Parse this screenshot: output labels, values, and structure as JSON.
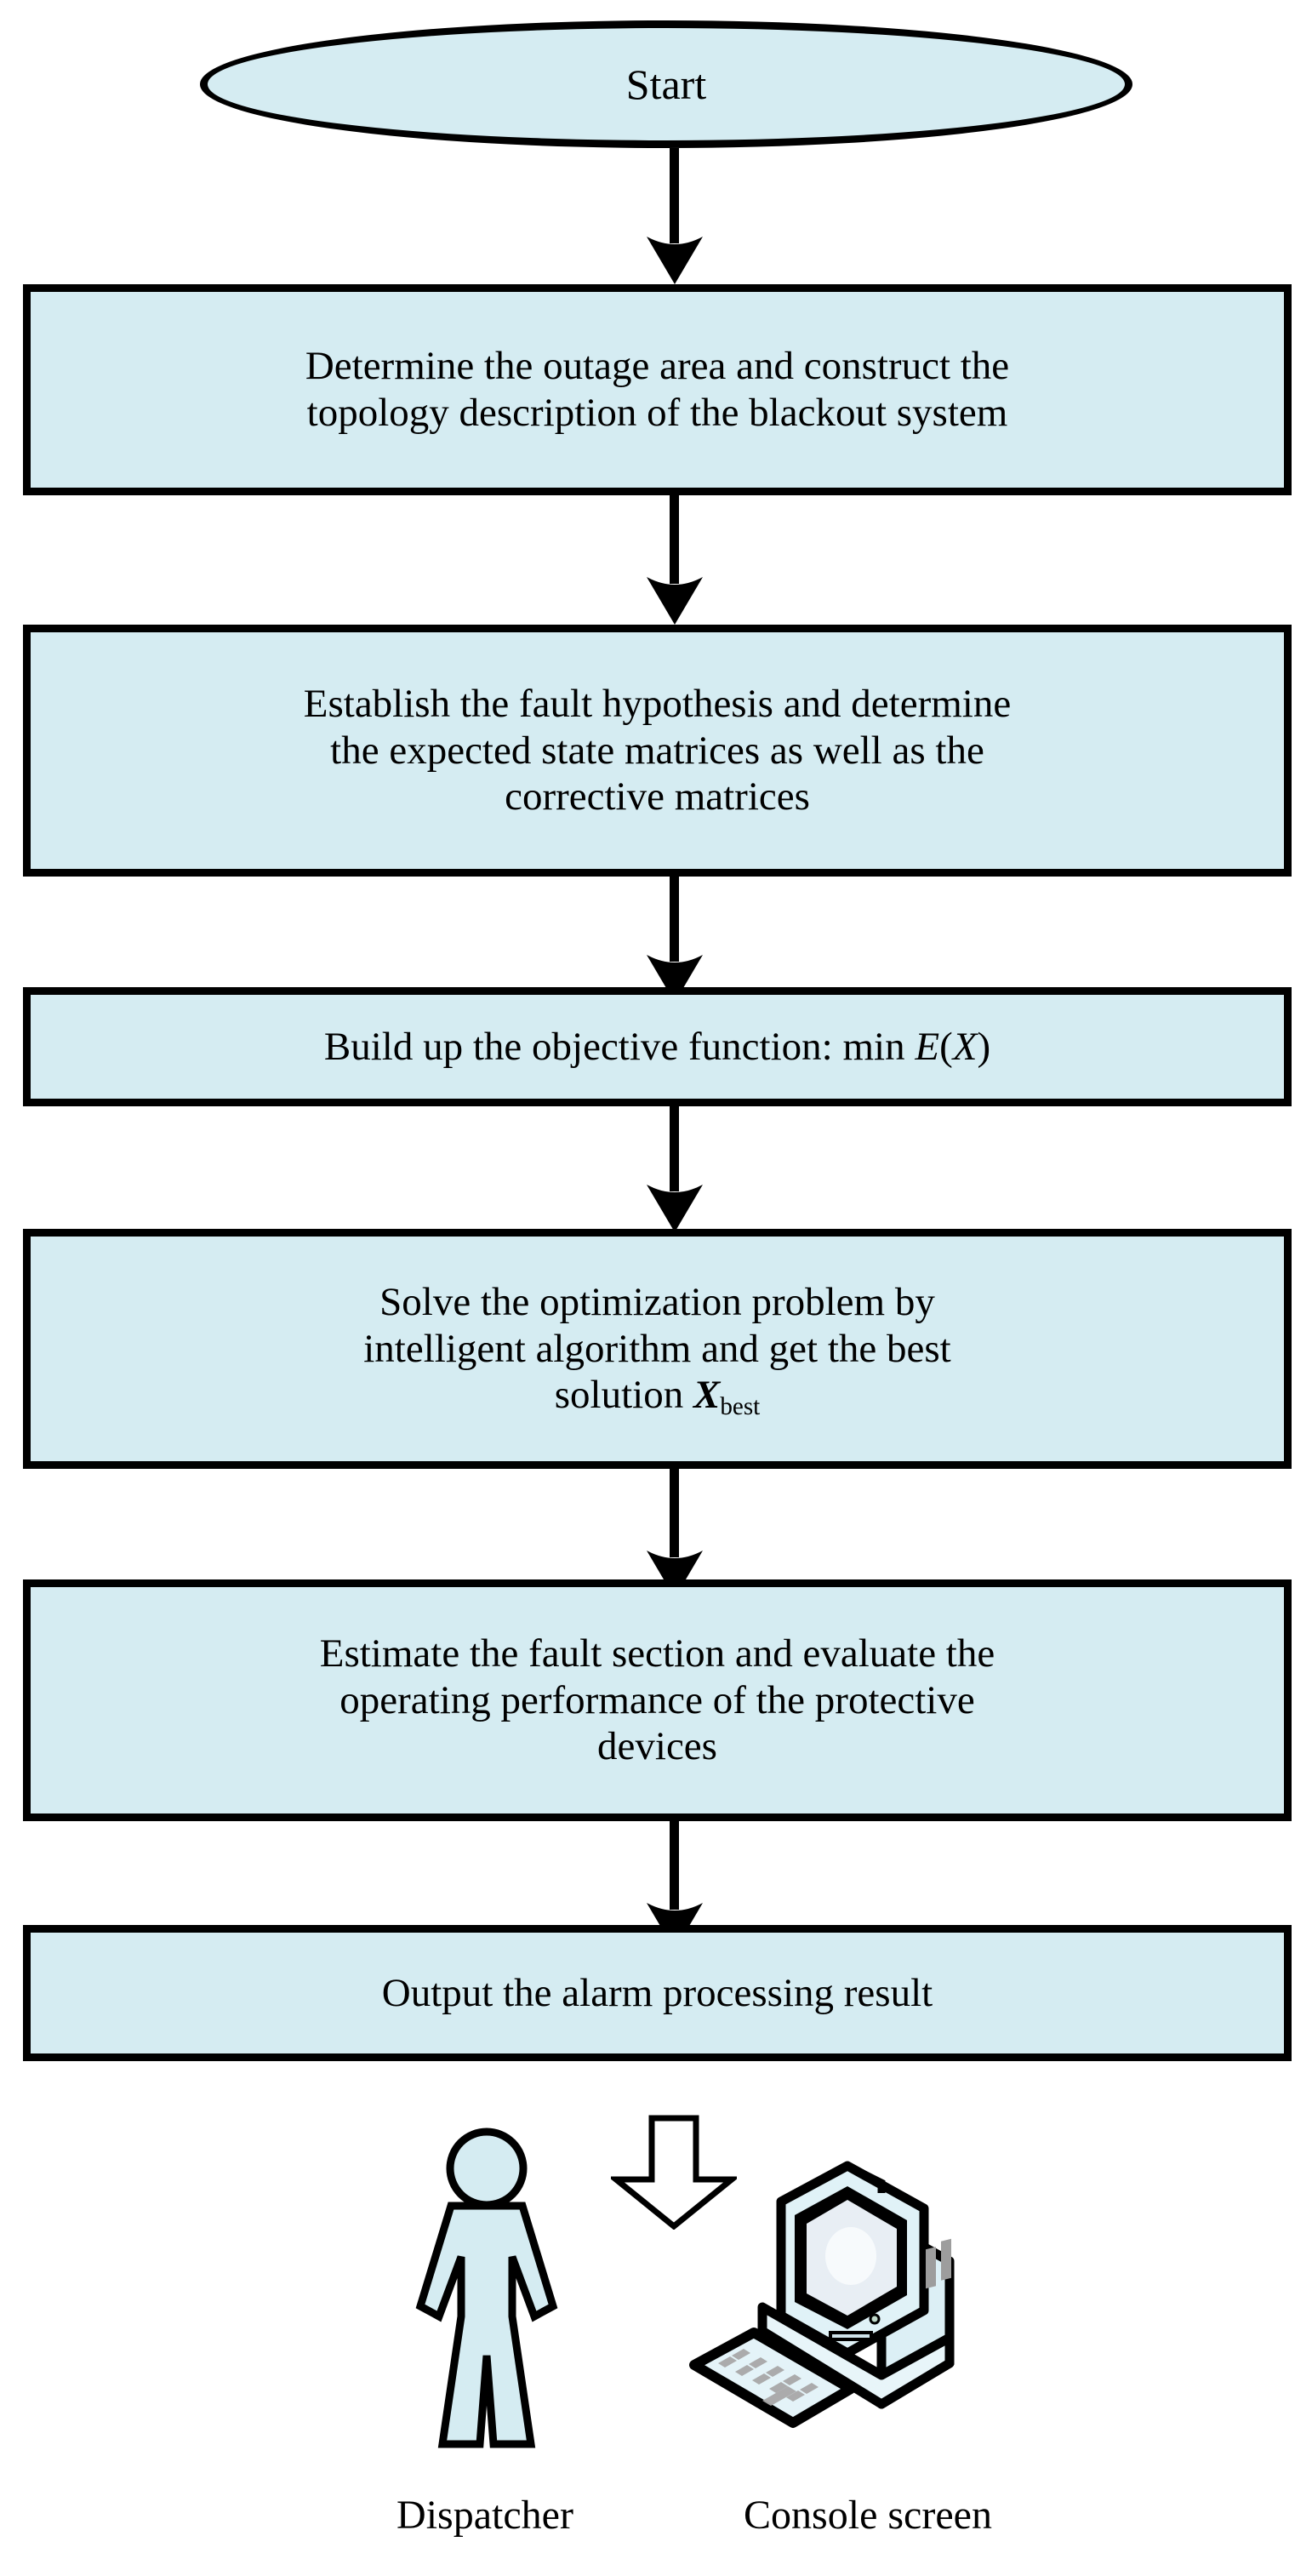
{
  "diagram": {
    "title": "Alarm processing / fault section estimation flowchart",
    "colors": {
      "node_fill": "#d5ecf2",
      "node_stroke": "#000000",
      "text": "#000000",
      "background": "#ffffff",
      "arrow": "#000000"
    },
    "nodes": [
      {
        "id": "start",
        "shape": "ellipse",
        "label": "Start"
      },
      {
        "id": "step1",
        "shape": "process",
        "lines": [
          "Determine the outage area and construct the",
          "topology description of the blackout system"
        ],
        "label": "Determine the outage area and construct the topology description of the blackout system"
      },
      {
        "id": "step2",
        "shape": "process",
        "lines": [
          "Establish the fault hypothesis and determine",
          "the expected state matrices as well as the",
          "corrective matrices"
        ],
        "label": "Establish the fault hypothesis and determine the expected state matrices as well as the corrective matrices"
      },
      {
        "id": "step3",
        "shape": "process",
        "prefix": "Build up the objective function: min ",
        "math_fn": "E",
        "math_open": "(",
        "math_arg": "X",
        "math_close": ")",
        "label": "Build up the objective function: min E(X)"
      },
      {
        "id": "step4",
        "shape": "process",
        "lines": [
          "Solve the optimization problem by",
          "intelligent algorithm and get the best"
        ],
        "last_line_prefix": "solution ",
        "math_var": "X",
        "math_sub": "best",
        "label": "Solve the optimization problem by intelligent algorithm and get the best solution Xbest"
      },
      {
        "id": "step5",
        "shape": "process",
        "lines": [
          "Estimate the fault section and evaluate the",
          "operating performance of the protective",
          "devices"
        ],
        "label": "Estimate the fault section and evaluate the operating performance of the protective devices"
      },
      {
        "id": "step6",
        "shape": "process",
        "lines": [
          "Output the alarm processing result"
        ],
        "label": "Output the alarm processing result"
      }
    ],
    "edges": [
      {
        "id": "edge-start-step1",
        "from": "start",
        "to": "step1",
        "style": "thin-arrow-down"
      },
      {
        "id": "edge-step1-step2",
        "from": "step1",
        "to": "step2",
        "style": "thin-arrow-down"
      },
      {
        "id": "edge-step2-step3",
        "from": "step2",
        "to": "step3",
        "style": "thin-arrow-down"
      },
      {
        "id": "edge-step3-step4",
        "from": "step3",
        "to": "step4",
        "style": "thin-arrow-down"
      },
      {
        "id": "edge-step4-step5",
        "from": "step4",
        "to": "step5",
        "style": "thin-arrow-down"
      },
      {
        "id": "edge-step5-step6",
        "from": "step5",
        "to": "step6",
        "style": "thin-arrow-down"
      },
      {
        "id": "edge-step6-output",
        "from": "step6",
        "to": "console",
        "style": "hollow-block-arrow-down"
      }
    ],
    "illustrations": [
      {
        "id": "dispatcher",
        "icon": "person-figure-icon",
        "caption": "Dispatcher"
      },
      {
        "id": "console",
        "icon": "desktop-computer-icon",
        "caption": "Console screen"
      }
    ]
  }
}
